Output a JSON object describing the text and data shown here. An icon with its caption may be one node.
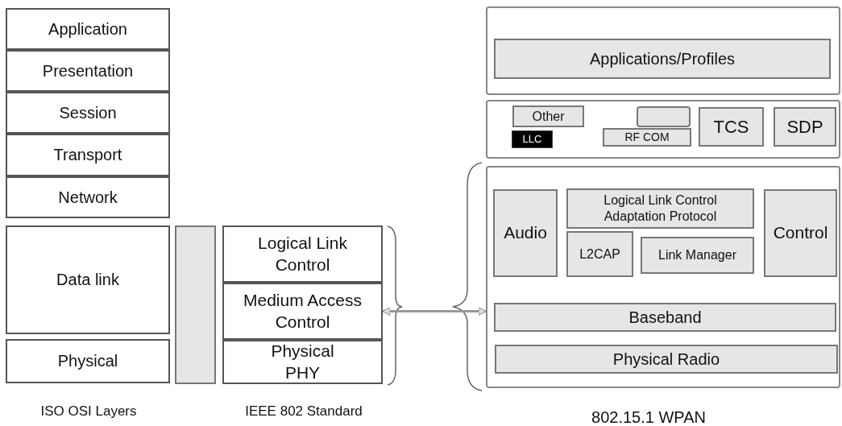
{
  "diagram": {
    "nodes": [
      {
        "text": [
          "Application"
        ]
      },
      {
        "text": [
          "Presentation"
        ]
      },
      {
        "text": [
          "Session"
        ]
      },
      {
        "text": [
          "Transport"
        ]
      },
      {
        "text": [
          "Network"
        ]
      },
      {
        "text": [
          "Data link"
        ]
      },
      {
        "text": [
          "Physical"
        ]
      },
      {
        "text": [],
        "shape": "bar"
      },
      {
        "text": [
          "Logical Link Control"
        ]
      },
      {
        "text": [
          "Medium Access Control"
        ]
      },
      {
        "text": [
          "Physical PHY"
        ]
      },
      {
        "text": [],
        "shape": "box"
      },
      {
        "text": [
          "Applications/Profiles"
        ],
        "in": 11
      },
      {
        "text": [],
        "shape": "box"
      },
      {
        "text": [
          "Other"
        ],
        "in": 13
      },
      {
        "text": [
          "LLC"
        ],
        "in": 13
      },
      {
        "text": [],
        "shape": "box",
        "in": 13
      },
      {
        "text": [
          "RF COM"
        ],
        "in": 13
      },
      {
        "text": [
          "TCS"
        ],
        "in": 13
      },
      {
        "text": [
          "SDP"
        ],
        "in": 13
      },
      {
        "text": [],
        "shape": "box"
      },
      {
        "text": [
          "Audio"
        ],
        "in": 20
      },
      {
        "text": [
          "Logical Link Control Adaptation Protocol"
        ],
        "in": 20
      },
      {
        "text": [
          "L2CAP"
        ],
        "in": 20
      },
      {
        "text": [
          "Link Manager"
        ],
        "in": 20
      },
      {
        "text": [
          "Control"
        ],
        "in": 20
      },
      {
        "text": [
          "Baseband"
        ],
        "in": 20
      },
      {
        "text": [
          "Physical Radio"
        ],
        "in": 20
      }
    ],
    "edges": [
      {
        "from": 9,
        "to": 20,
        "arrow": "both"
      }
    ],
    "labels": [
      "ISO OSI Layers",
      "IEEE 802 Standard",
      "802.15.1 WPAN"
    ]
  }
}
